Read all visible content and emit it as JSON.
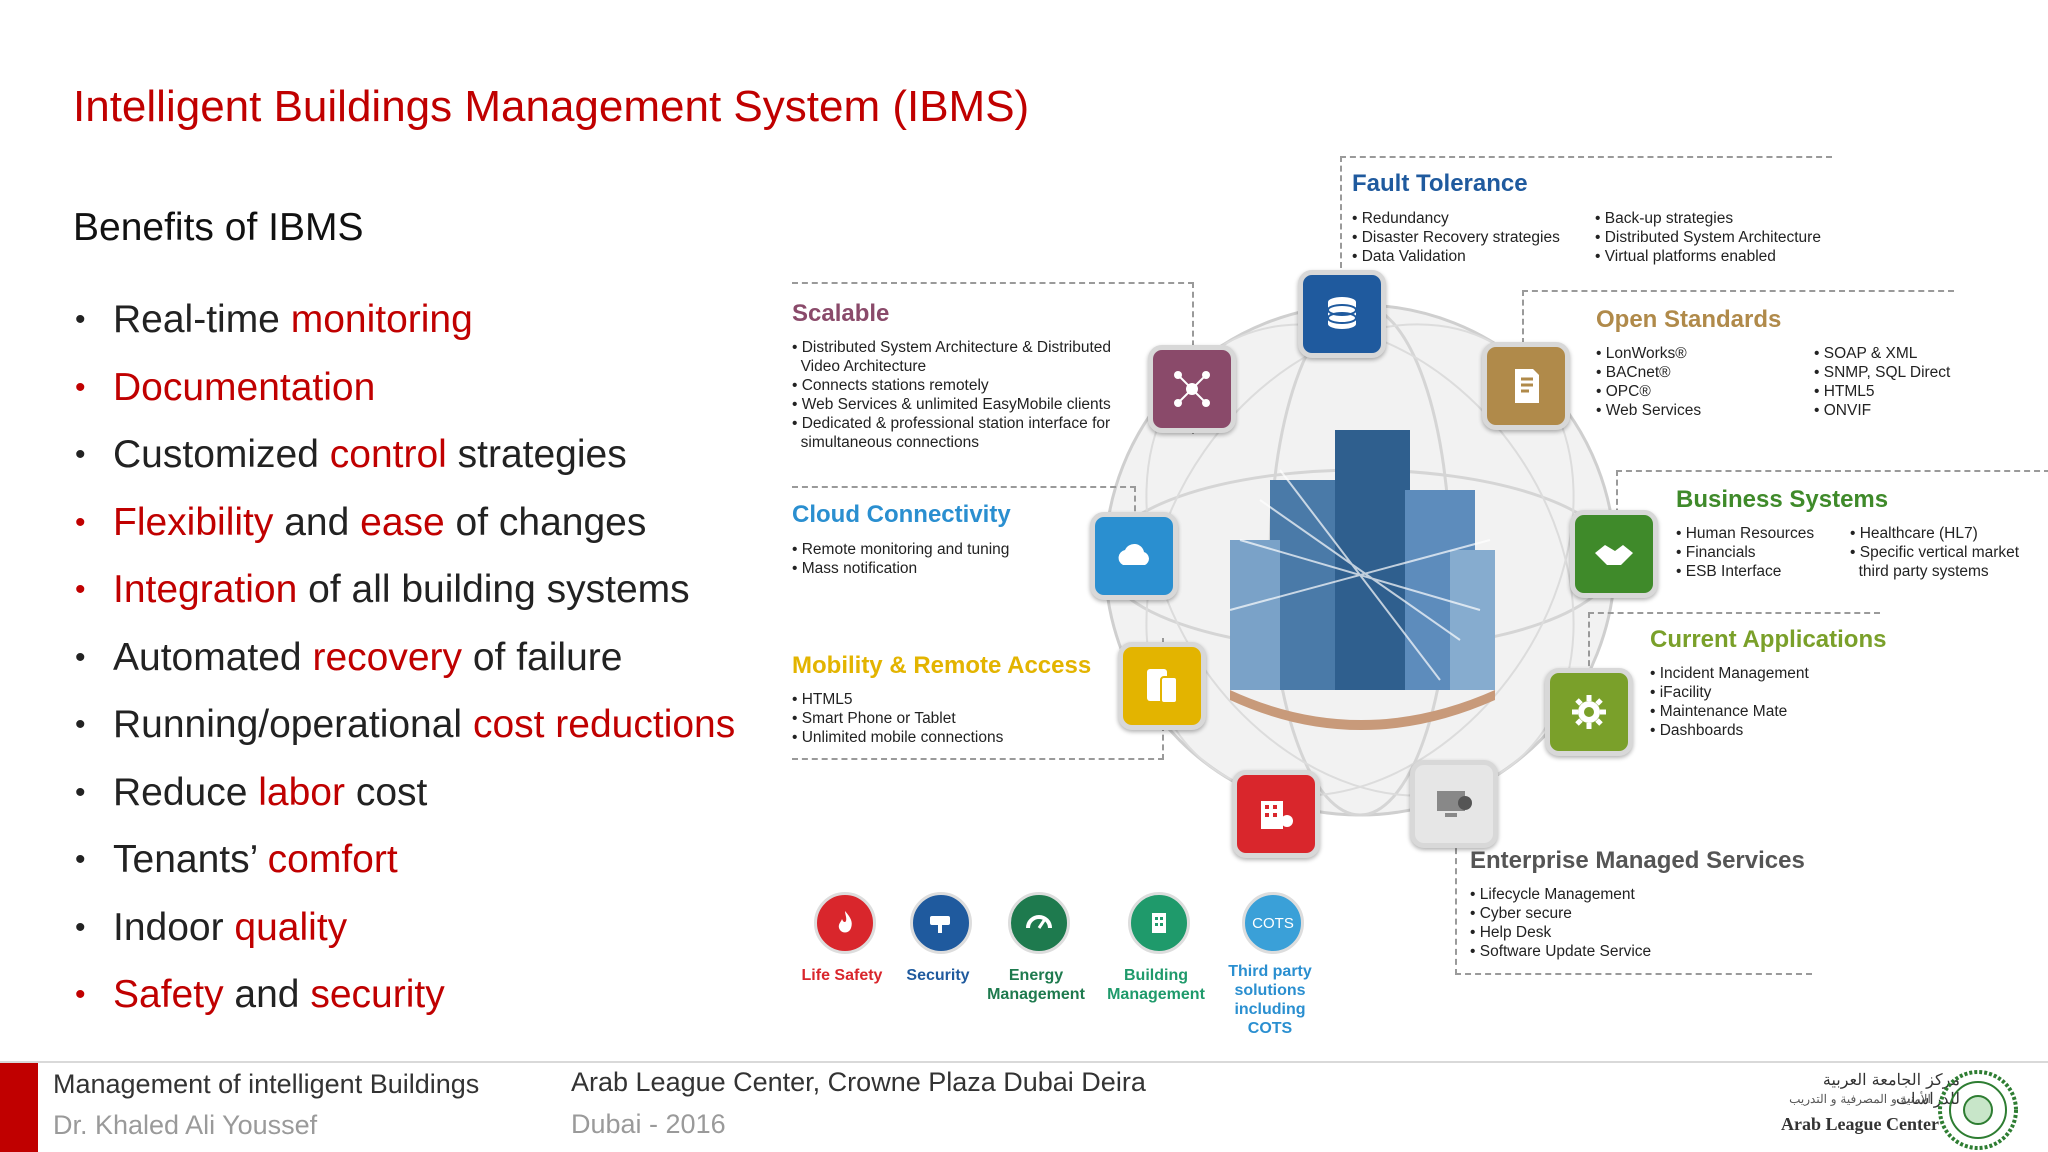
{
  "title": "Intelligent Buildings Management System (IBMS)",
  "subtitle": "Benefits of IBMS",
  "bullets": [
    {
      "pre": "Real-time ",
      "hl": "monitoring",
      "post": "",
      "dot_red": false
    },
    {
      "pre": "",
      "hl": "Documentation",
      "post": "",
      "dot_red": true
    },
    {
      "pre": "Customized ",
      "hl": "control",
      "post": " strategies",
      "dot_red": false
    },
    {
      "pre": "",
      "hl": "Flexibility",
      "post": " and ",
      "hl2": "ease",
      "post2": " of changes",
      "dot_red": true
    },
    {
      "pre": "",
      "hl": "Integration",
      "post": " of all building systems",
      "dot_red": true
    },
    {
      "pre": "Automated ",
      "hl": "recovery",
      "post": " of failure",
      "dot_red": false
    },
    {
      "pre": "Running/operational ",
      "hl": "cost reductions",
      "post": "",
      "dot_red": false
    },
    {
      "pre": "Reduce ",
      "hl": "labor",
      "post": " cost",
      "dot_red": false
    },
    {
      "pre": "Tenants’ ",
      "hl": "comfort",
      "post": "",
      "dot_red": false
    },
    {
      "pre": "Indoor ",
      "hl": "quality",
      "post": "",
      "dot_red": false
    },
    {
      "pre": "",
      "hl": "Safety",
      "post": " and ",
      "hl2": "security",
      "post2": "",
      "dot_red": true
    }
  ],
  "diagram": {
    "fault_tolerance": {
      "title": "Fault Tolerance",
      "col1": [
        "Redundancy",
        "Disaster Recovery strategies",
        "Data Validation"
      ],
      "col2": [
        "Back-up strategies",
        "Distributed System Architecture",
        "Virtual platforms enabled"
      ]
    },
    "scalable": {
      "title": "Scalable",
      "items": [
        "Distributed System Architecture & Distributed",
        "Video Architecture",
        "Connects stations remotely",
        "Web Services & unlimited EasyMobile clients",
        "Dedicated & professional station interface for",
        "simultaneous connections"
      ]
    },
    "open_standards": {
      "title": "Open Standards",
      "col1": [
        "LonWorks®",
        "BACnet®",
        "OPC®",
        "Web Services"
      ],
      "col2": [
        "SOAP & XML",
        "SNMP, SQL Direct",
        "HTML5",
        "ONVIF"
      ]
    },
    "cloud": {
      "title": "Cloud Connectivity",
      "items": [
        "Remote monitoring and tuning",
        "Mass notification"
      ]
    },
    "business": {
      "title": "Business Systems",
      "col1": [
        "Human Resources",
        "Financials",
        "ESB Interface"
      ],
      "col2": [
        "Healthcare (HL7)",
        "Specific vertical market",
        "third party systems"
      ]
    },
    "mobility": {
      "title": "Mobility & Remote Access",
      "items": [
        "HTML5",
        "Smart Phone or Tablet",
        "Unlimited mobile connections"
      ]
    },
    "current_apps": {
      "title": "Current Applications",
      "items": [
        "Incident Management",
        "iFacility",
        "Maintenance Mate",
        "Dashboards"
      ]
    },
    "enterprise": {
      "title": "Enterprise Managed Services",
      "items": [
        "Lifecycle Management",
        "Cyber secure",
        "Help Desk",
        "Software Update Service"
      ]
    },
    "bottom": [
      {
        "label": "Life Safety",
        "color": "#d9262c"
      },
      {
        "label": "Security",
        "color": "#1f5a9e"
      },
      {
        "label": "Energy\nManagement",
        "color": "#1e7a4e"
      },
      {
        "label": "Building\nManagement",
        "color": "#1f9a6b"
      },
      {
        "label": "Third party\nsolutions\nincluding\nCOTS",
        "color": "#3aa0d8",
        "icon_text": "COTS"
      }
    ],
    "colors": {
      "fault": "#1f5a9e",
      "scalable": "#8a4a6a",
      "open": "#b08a4a",
      "cloud": "#2a8fd0",
      "business": "#3f8a2a",
      "mobility": "#e3b400",
      "current": "#7aa02a",
      "enterprise": "#555555"
    }
  },
  "footer": {
    "left_line1": "Management of intelligent Buildings",
    "left_line2": "Dr. Khaled Ali Youssef",
    "center_line1": "Arab League Center, Crowne Plaza Dubai Deira",
    "center_line2": "Dubai - 2016",
    "logo_arabic_1": "مركز الجامعة العربية للدراسات",
    "logo_arabic_2": "الأمنية و المصرفية و التدريب",
    "logo_english": "Arab League Center"
  }
}
